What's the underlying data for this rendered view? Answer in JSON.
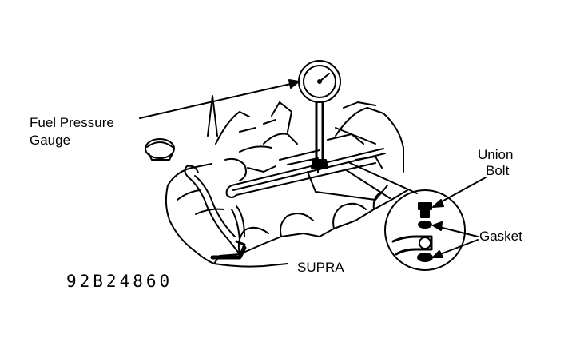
{
  "labels": {
    "fuel_pressure_gauge_line1": "Fuel Pressure",
    "fuel_pressure_gauge_line2": "Gauge",
    "union_bolt_line1": "Union",
    "union_bolt_line2": "Bolt",
    "gasket": "Gasket",
    "model": "SUPRA",
    "figure_code": "92B24860"
  },
  "colors": {
    "ink": "#000000",
    "paper": "#ffffff"
  }
}
